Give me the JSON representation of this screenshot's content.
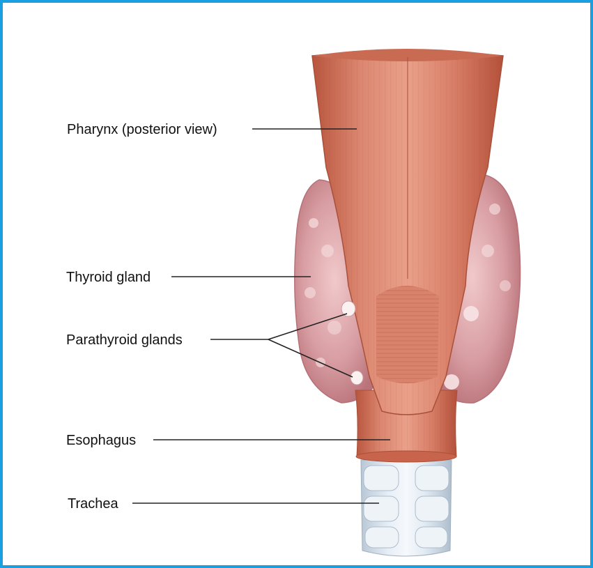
{
  "labels": {
    "pharynx": "Pharynx (posterior view)",
    "thyroid": "Thyroid gland",
    "parathyroid": "Parathyroid glands",
    "esophagus": "Esophagus",
    "trachea": "Trachea"
  },
  "colors": {
    "frame": "#1aa0e0",
    "muscle": "#d9806a",
    "muscle_dark": "#b9573f",
    "gland": "#dba4a8",
    "trachea": "#d8e4ef",
    "leader": "#222222"
  }
}
